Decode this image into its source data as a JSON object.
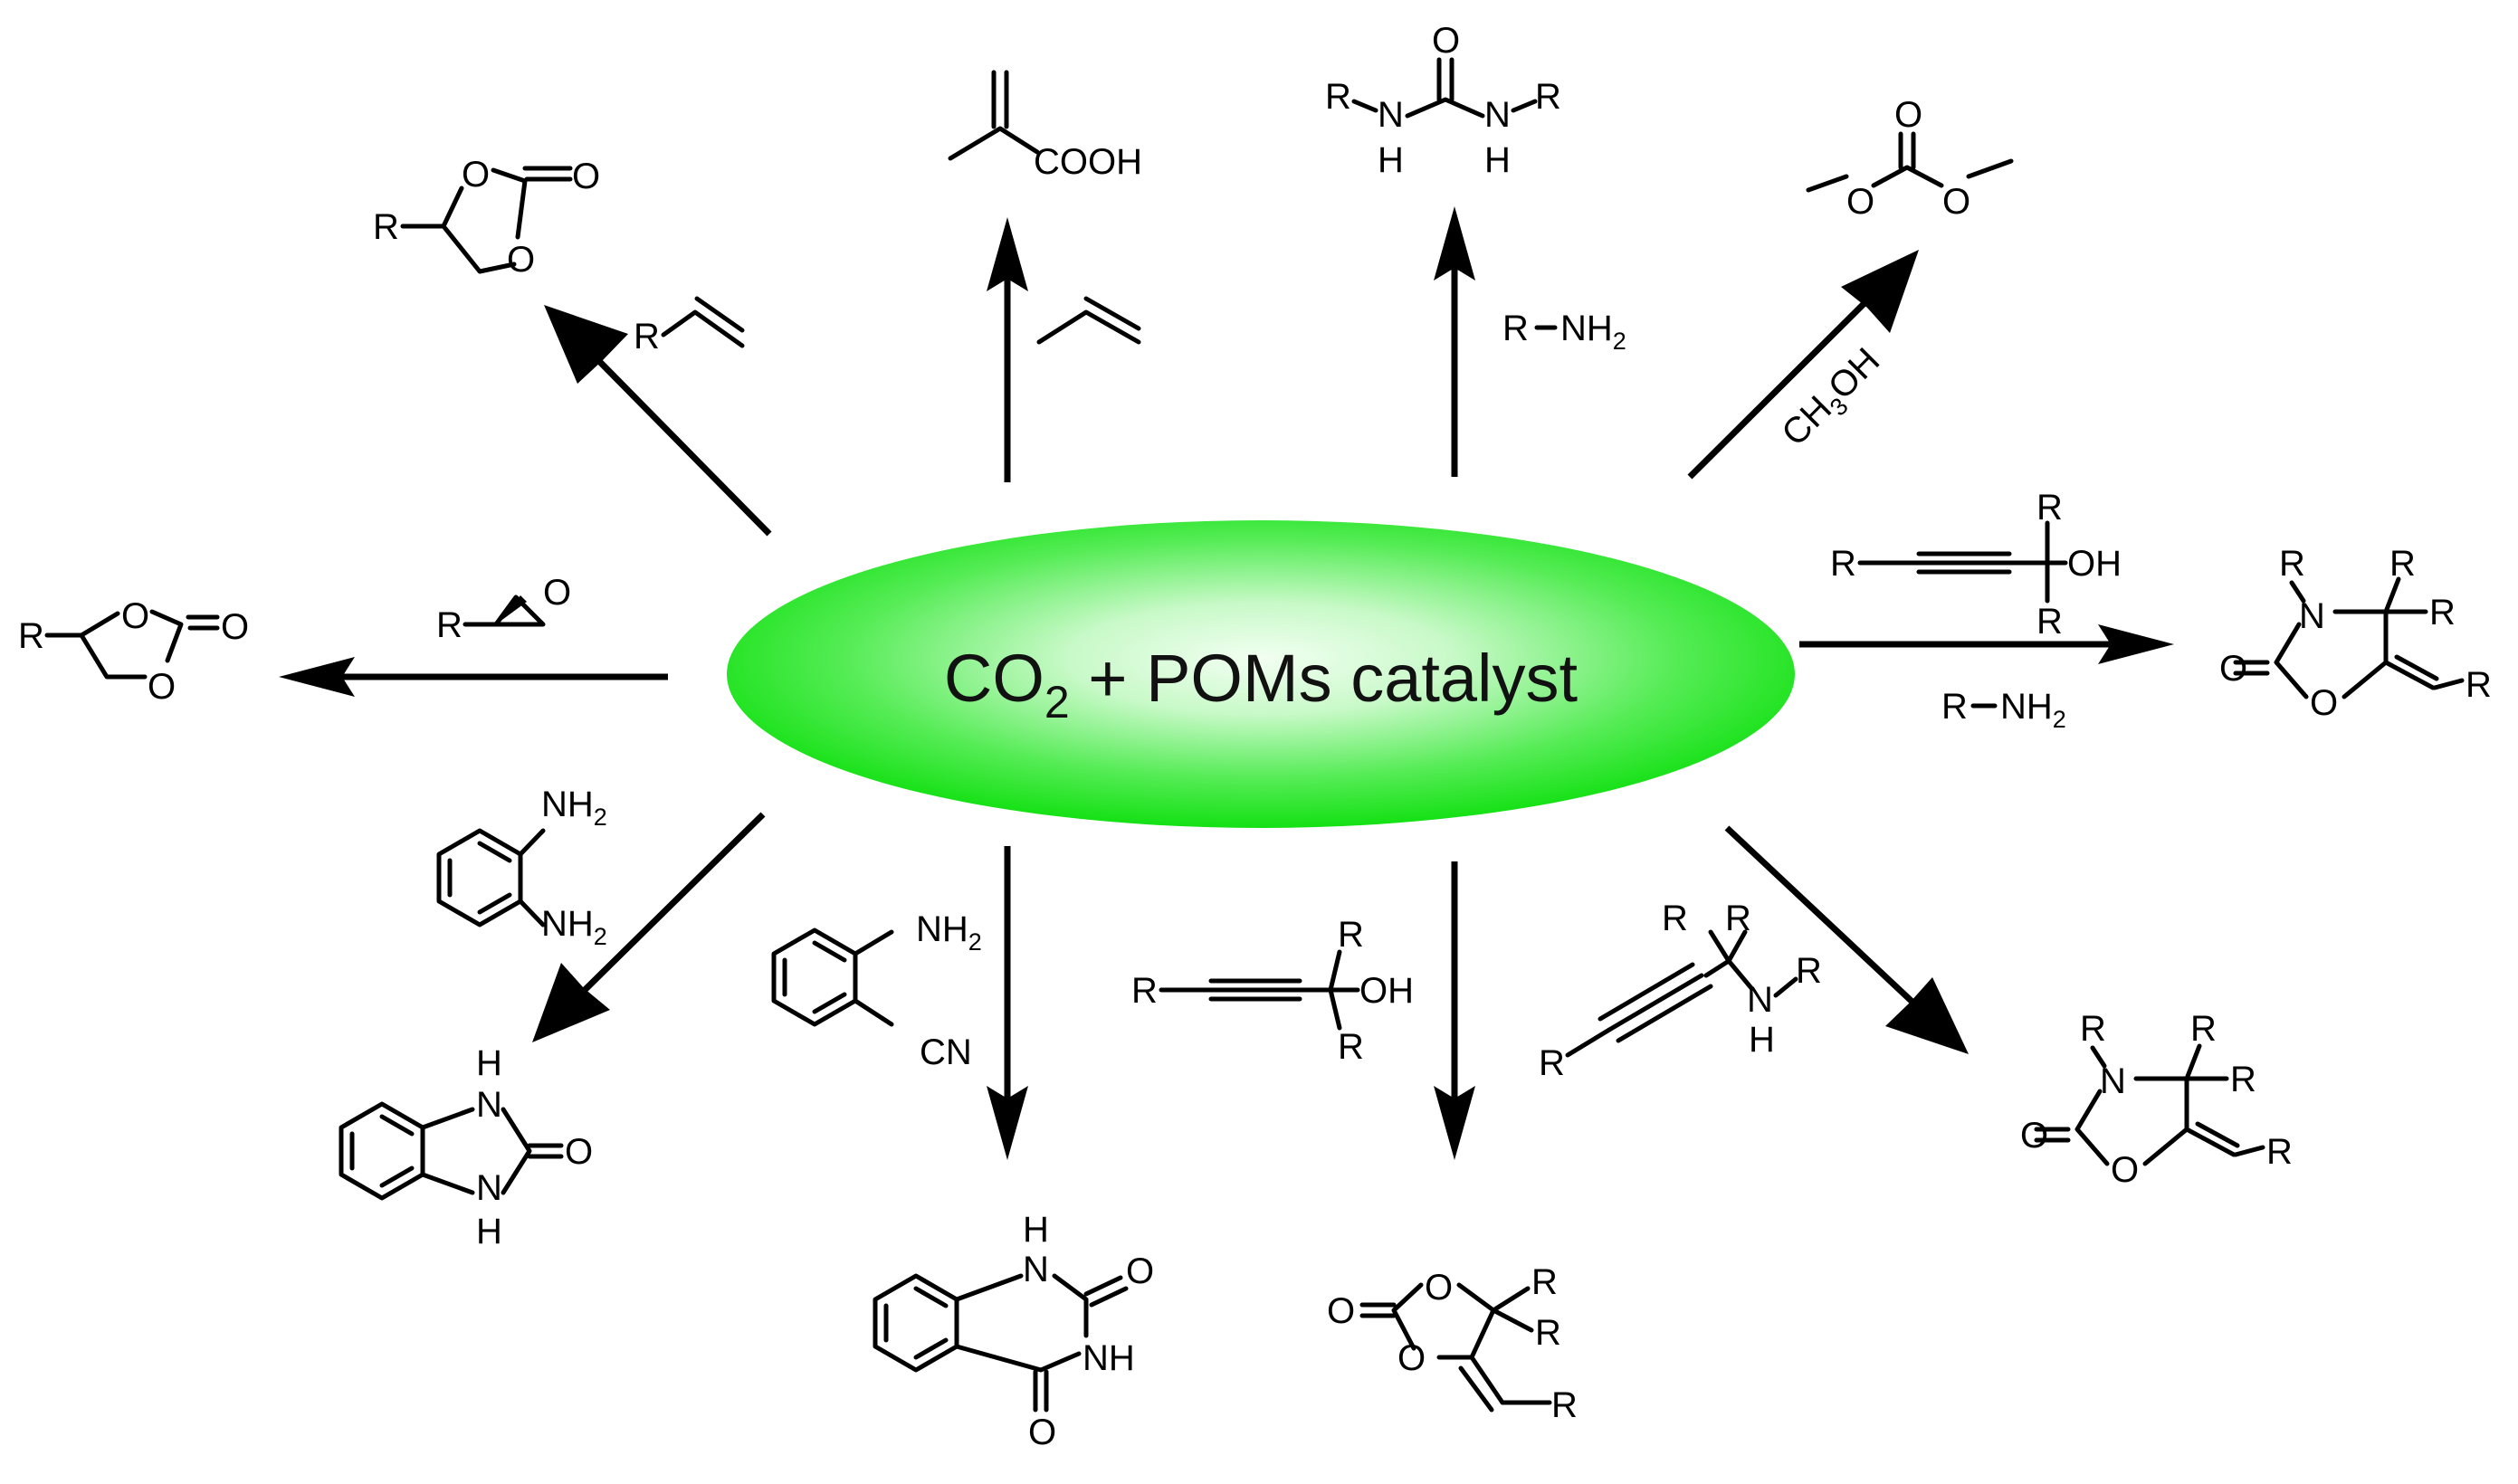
{
  "center": {
    "co": "CO",
    "two": "2",
    "rest": " + POMs catalyst"
  },
  "reagents": {
    "alkene_top_left": "R",
    "amine_top": "R",
    "amine_top_nh": "NH",
    "amine_top_2": "2",
    "methanol_ch": "CH",
    "methanol_3": "3",
    "methanol_oh": "OH",
    "epoxide_r": "R",
    "epoxide_o": "O",
    "propargyl_right_r": "R",
    "propargyl_right_r1": "R",
    "propargyl_right_r2": "R",
    "propargyl_right_oh": "OH",
    "amine_right_r": "R",
    "amine_right_nh": "NH",
    "amine_right_2": "2",
    "opd_nh_top": "NH",
    "opd_nh_top_2": "2",
    "opd_nh_bot": "NH",
    "opd_nh_bot_2": "2",
    "abn_nh": "NH",
    "abn_nh_2": "2",
    "abn_cn": "CN",
    "propargyl_bot_r": "R",
    "propargyl_bot_r1": "R",
    "propargyl_bot_r2": "R",
    "propargyl_bot_oh": "OH",
    "propamine_r": "R",
    "propamine_r1": "R",
    "propamine_r2": "R",
    "propamine_n": "N",
    "propamine_h": "H",
    "propamine_r3": "R"
  },
  "products": {
    "cyc_carb_tl_r": "R",
    "cyc_carb_tl_o1": "O",
    "cyc_carb_tl_o2": "O",
    "cyc_carb_tl_o3": "O",
    "methacrylic_cooh": "COOH",
    "urea_o": "O",
    "urea_r1": "R",
    "urea_n1": "N",
    "urea_h1": "H",
    "urea_n2": "N",
    "urea_h2": "H",
    "urea_r2": "R",
    "dmc_o_top": "O",
    "dmc_o1": "O",
    "dmc_o2": "O",
    "cyc_carb_l_r": "R",
    "cyc_carb_l_o1": "O",
    "cyc_carb_l_o2": "O",
    "cyc_carb_l_o3": "O",
    "oxaz_r_nr": "R",
    "oxaz_r_n": "N",
    "oxaz_r_r1": "R",
    "oxaz_r_r2": "R",
    "oxaz_r_o_exo": "O",
    "oxaz_r_o_ring": "O",
    "oxaz_r_r3": "R",
    "benzimid_h1": "H",
    "benzimid_n1": "N",
    "benzimid_n2": "N",
    "benzimid_h2": "H",
    "benzimid_o": "O",
    "quinaz_h": "H",
    "quinaz_n1": "N",
    "quinaz_o1": "O",
    "quinaz_nh": "NH",
    "quinaz_o2": "O",
    "alkyl_carb_o_exo": "O",
    "alkyl_carb_o1": "O",
    "alkyl_carb_o2": "O",
    "alkyl_carb_r1": "R",
    "alkyl_carb_r2": "R",
    "alkyl_carb_r3": "R",
    "oxaz_br_r_n": "R",
    "oxaz_br_n": "N",
    "oxaz_br_r1": "R",
    "oxaz_br_r2": "R",
    "oxaz_br_o_exo": "O",
    "oxaz_br_o_ring": "O",
    "oxaz_br_r3": "R"
  },
  "colors": {
    "center_light": "#e6fbe6",
    "center_mid": "#66ee66",
    "center_edge": "#00dd00"
  }
}
